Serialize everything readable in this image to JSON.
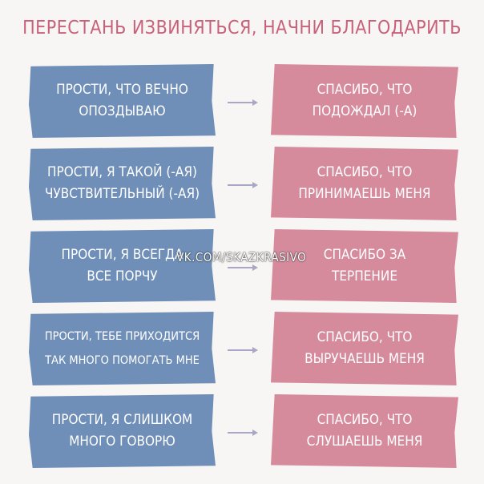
{
  "title": "ПЕРЕСТАНЬ ИЗВИНЯТЬСЯ, НАЧНИ БЛАГОДАРИТЬ",
  "rows": [
    {
      "sorry": [
        "ПРОСТИ, ЧТО ВЕЧНО",
        "ОПОЗДЫВАЮ"
      ],
      "thanks": [
        "СПАСИБО, ЧТО",
        "ПОДОЖДАЛ (-А)"
      ]
    },
    {
      "sorry": [
        "ПРОСТИ, Я ТАКОЙ (-АЯ)",
        "ЧУВСТВИТЕЛЬНЫЙ (-АЯ)"
      ],
      "thanks": [
        "СПАСИБО, ЧТО",
        "ПРИНИМАЕШЬ МЕНЯ"
      ]
    },
    {
      "sorry": [
        "ПРОСТИ, Я ВСЕГДА",
        "ВСЕ ПОРЧУ"
      ],
      "thanks": [
        "СПАСИБО ЗА",
        "ТЕРПЕНИЕ"
      ]
    },
    {
      "sorry": [
        "ПРОСТИ, ТЕБЕ ПРИХОДИТСЯ",
        "ТАК МНОГО ПОМОГАТЬ МНЕ"
      ],
      "thanks": [
        "СПАСИБО, ЧТО",
        "ВЫРУЧАЕШЬ МЕНЯ"
      ]
    },
    {
      "sorry": [
        "ПРОСТИ, Я СЛИШКОМ",
        "МНОГО ГОВОРЮ"
      ],
      "thanks": [
        "СПАСИБО, ЧТО",
        "СЛУШАЕШЬ МЕНЯ"
      ]
    }
  ],
  "watermark": "VK.COM/SKAZKRASIVO",
  "colors": {
    "title": "#c9607a",
    "sorry_card": "#6f8fb8",
    "thanks_card": "#d68b9d",
    "arrow": "#a9a6c6"
  },
  "icons": {
    "arrow": "arrow-right-icon"
  }
}
